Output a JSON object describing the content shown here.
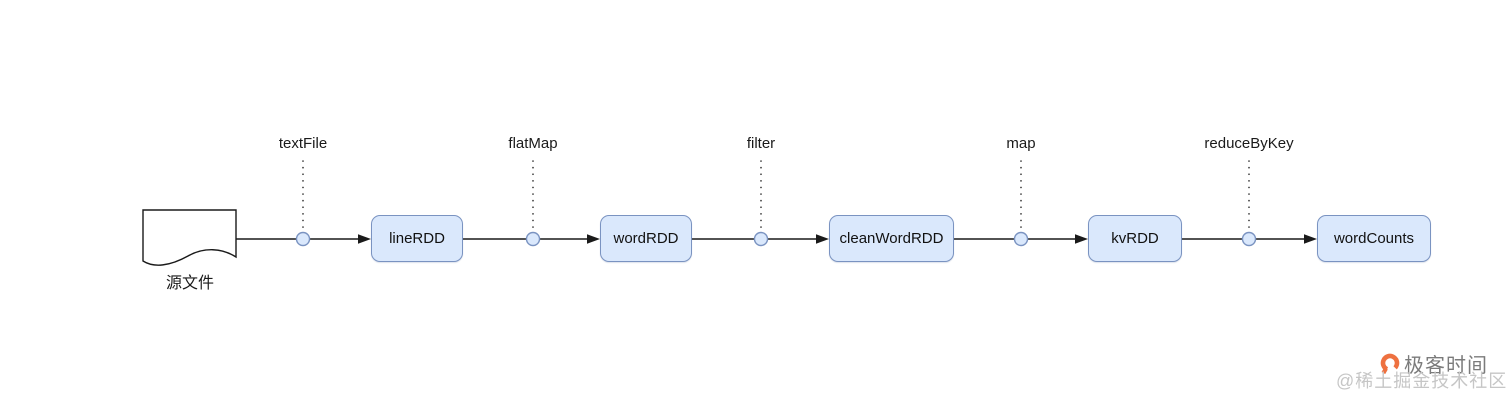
{
  "diagram": {
    "source": {
      "label": "源文件"
    },
    "operators": [
      {
        "label": "textFile"
      },
      {
        "label": "flatMap"
      },
      {
        "label": "filter"
      },
      {
        "label": "map"
      },
      {
        "label": "reduceByKey"
      }
    ],
    "nodes": [
      {
        "label": "lineRDD"
      },
      {
        "label": "wordRDD"
      },
      {
        "label": "cleanWordRDD"
      },
      {
        "label": "kvRDD"
      },
      {
        "label": "wordCounts"
      }
    ],
    "colors": {
      "node_fill": "#dae8fc",
      "node_border": "#7a93c1",
      "line": "#1a1a1a",
      "junction_fill": "#dae8fc"
    }
  },
  "watermark": {
    "logo_icon": "geektime-logo-icon",
    "brand": "极客时间",
    "community": "@稀土掘金技术社区",
    "logo_color": "#ee7140",
    "brand_color": "#7b7b7b",
    "community_color": "#c6c6c6"
  }
}
